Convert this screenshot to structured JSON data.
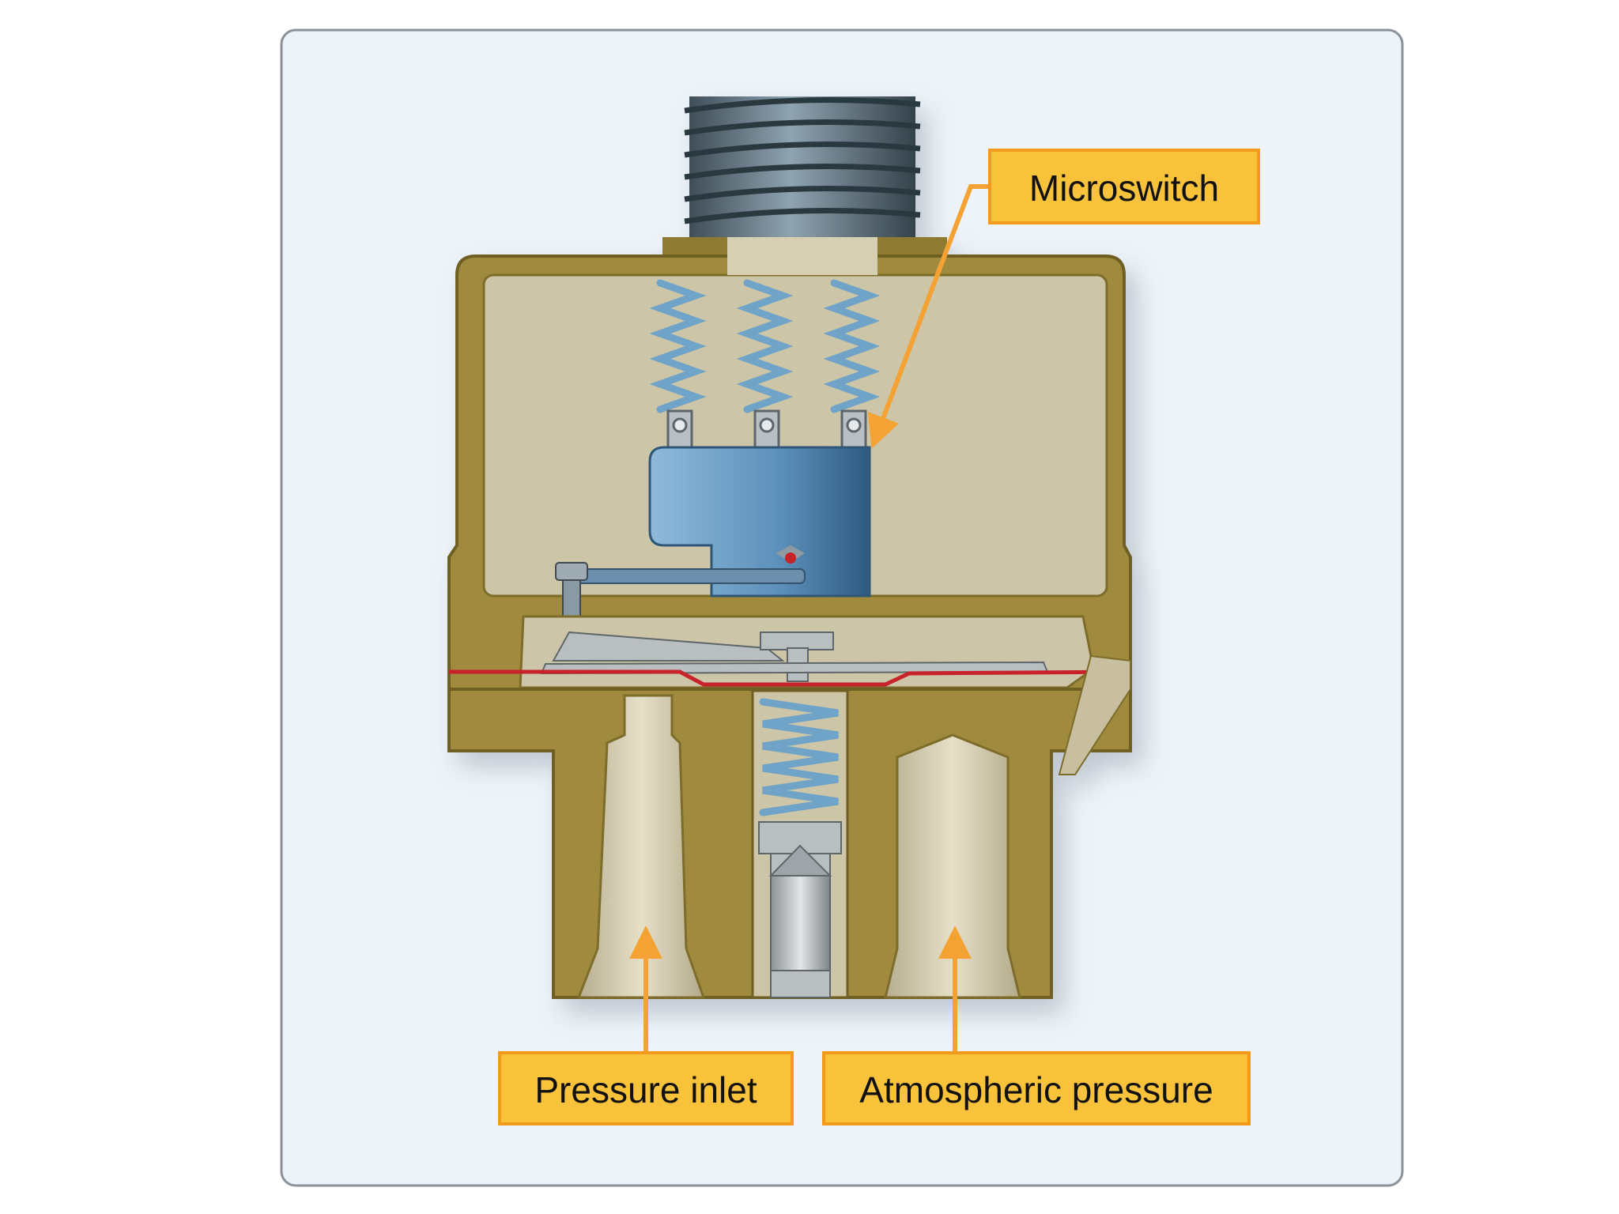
{
  "labels": {
    "microswitch": "Microswitch",
    "pressure_inlet": "Pressure inlet",
    "atmospheric_pressure": "Atmospheric pressure"
  },
  "colors": {
    "panel_background": "#edf3f9",
    "panel_border": "#8a9199",
    "housing_brass": "#a08a3c",
    "housing_dark": "#6f5f22",
    "cavity": "#cdc5a8",
    "cavity_light": "#ddd6bc",
    "spring_blue": "#6fa3c8",
    "switch_body": "#5f93bd",
    "thread_steel": "#4e5f6b",
    "diaphragm_red": "#c8232c",
    "callout_fill": "#f8c23a",
    "callout_border": "#f19a1c",
    "leader_orange": "#f5a235"
  }
}
